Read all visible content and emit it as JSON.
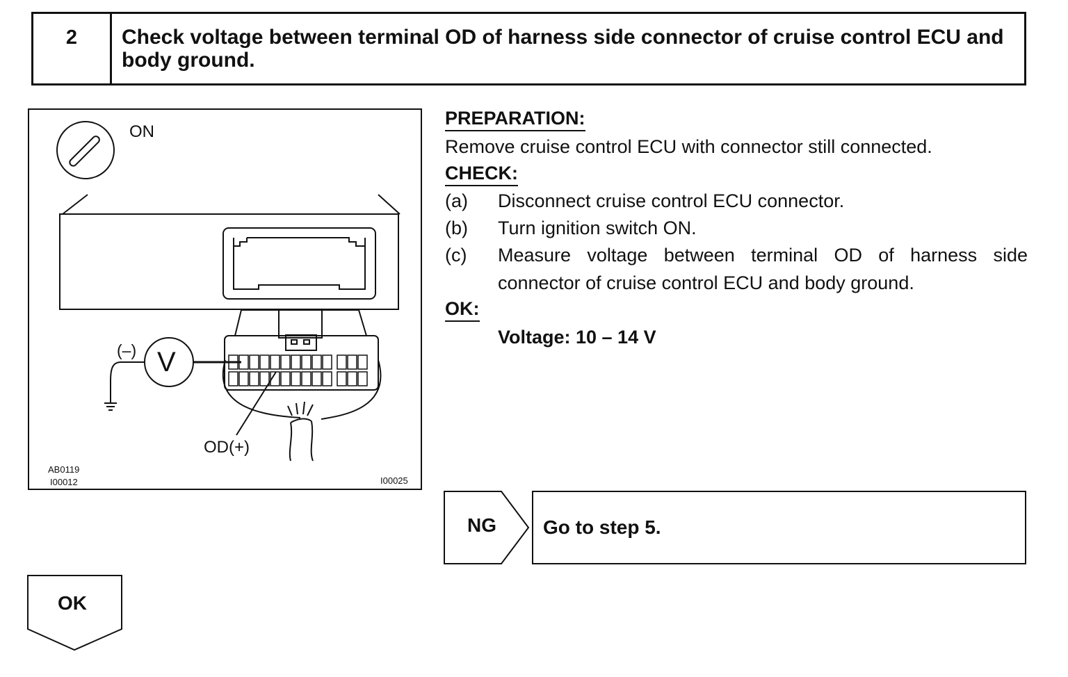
{
  "step": {
    "number": "2",
    "title": "Check voltage between terminal OD of harness side connector of cruise control ECU and body ground."
  },
  "figure": {
    "ignition_label": "ON",
    "negative_label": "(–)",
    "meter_symbol": "V",
    "terminal_label": "OD(+)",
    "code_left_1": "AB0119",
    "code_left_2": "I00012",
    "code_right": "I00025"
  },
  "instructions": {
    "preparation_heading": "PREPARATION:",
    "preparation_text": "Remove cruise control ECU with connector still connected.",
    "check_heading": "CHECK:",
    "items": [
      {
        "label": "(a)",
        "text": "Disconnect cruise control ECU connector."
      },
      {
        "label": "(b)",
        "text": "Turn ignition switch ON."
      },
      {
        "label": "(c)",
        "text": "Measure voltage between terminal OD of harness side connector of cruise control ECU and body ground."
      }
    ],
    "ok_heading": "OK:",
    "ok_value": "Voltage: 10 – 14 V"
  },
  "result": {
    "ng_label": "NG",
    "ng_action": "Go to step 5.",
    "ok_label": "OK"
  }
}
